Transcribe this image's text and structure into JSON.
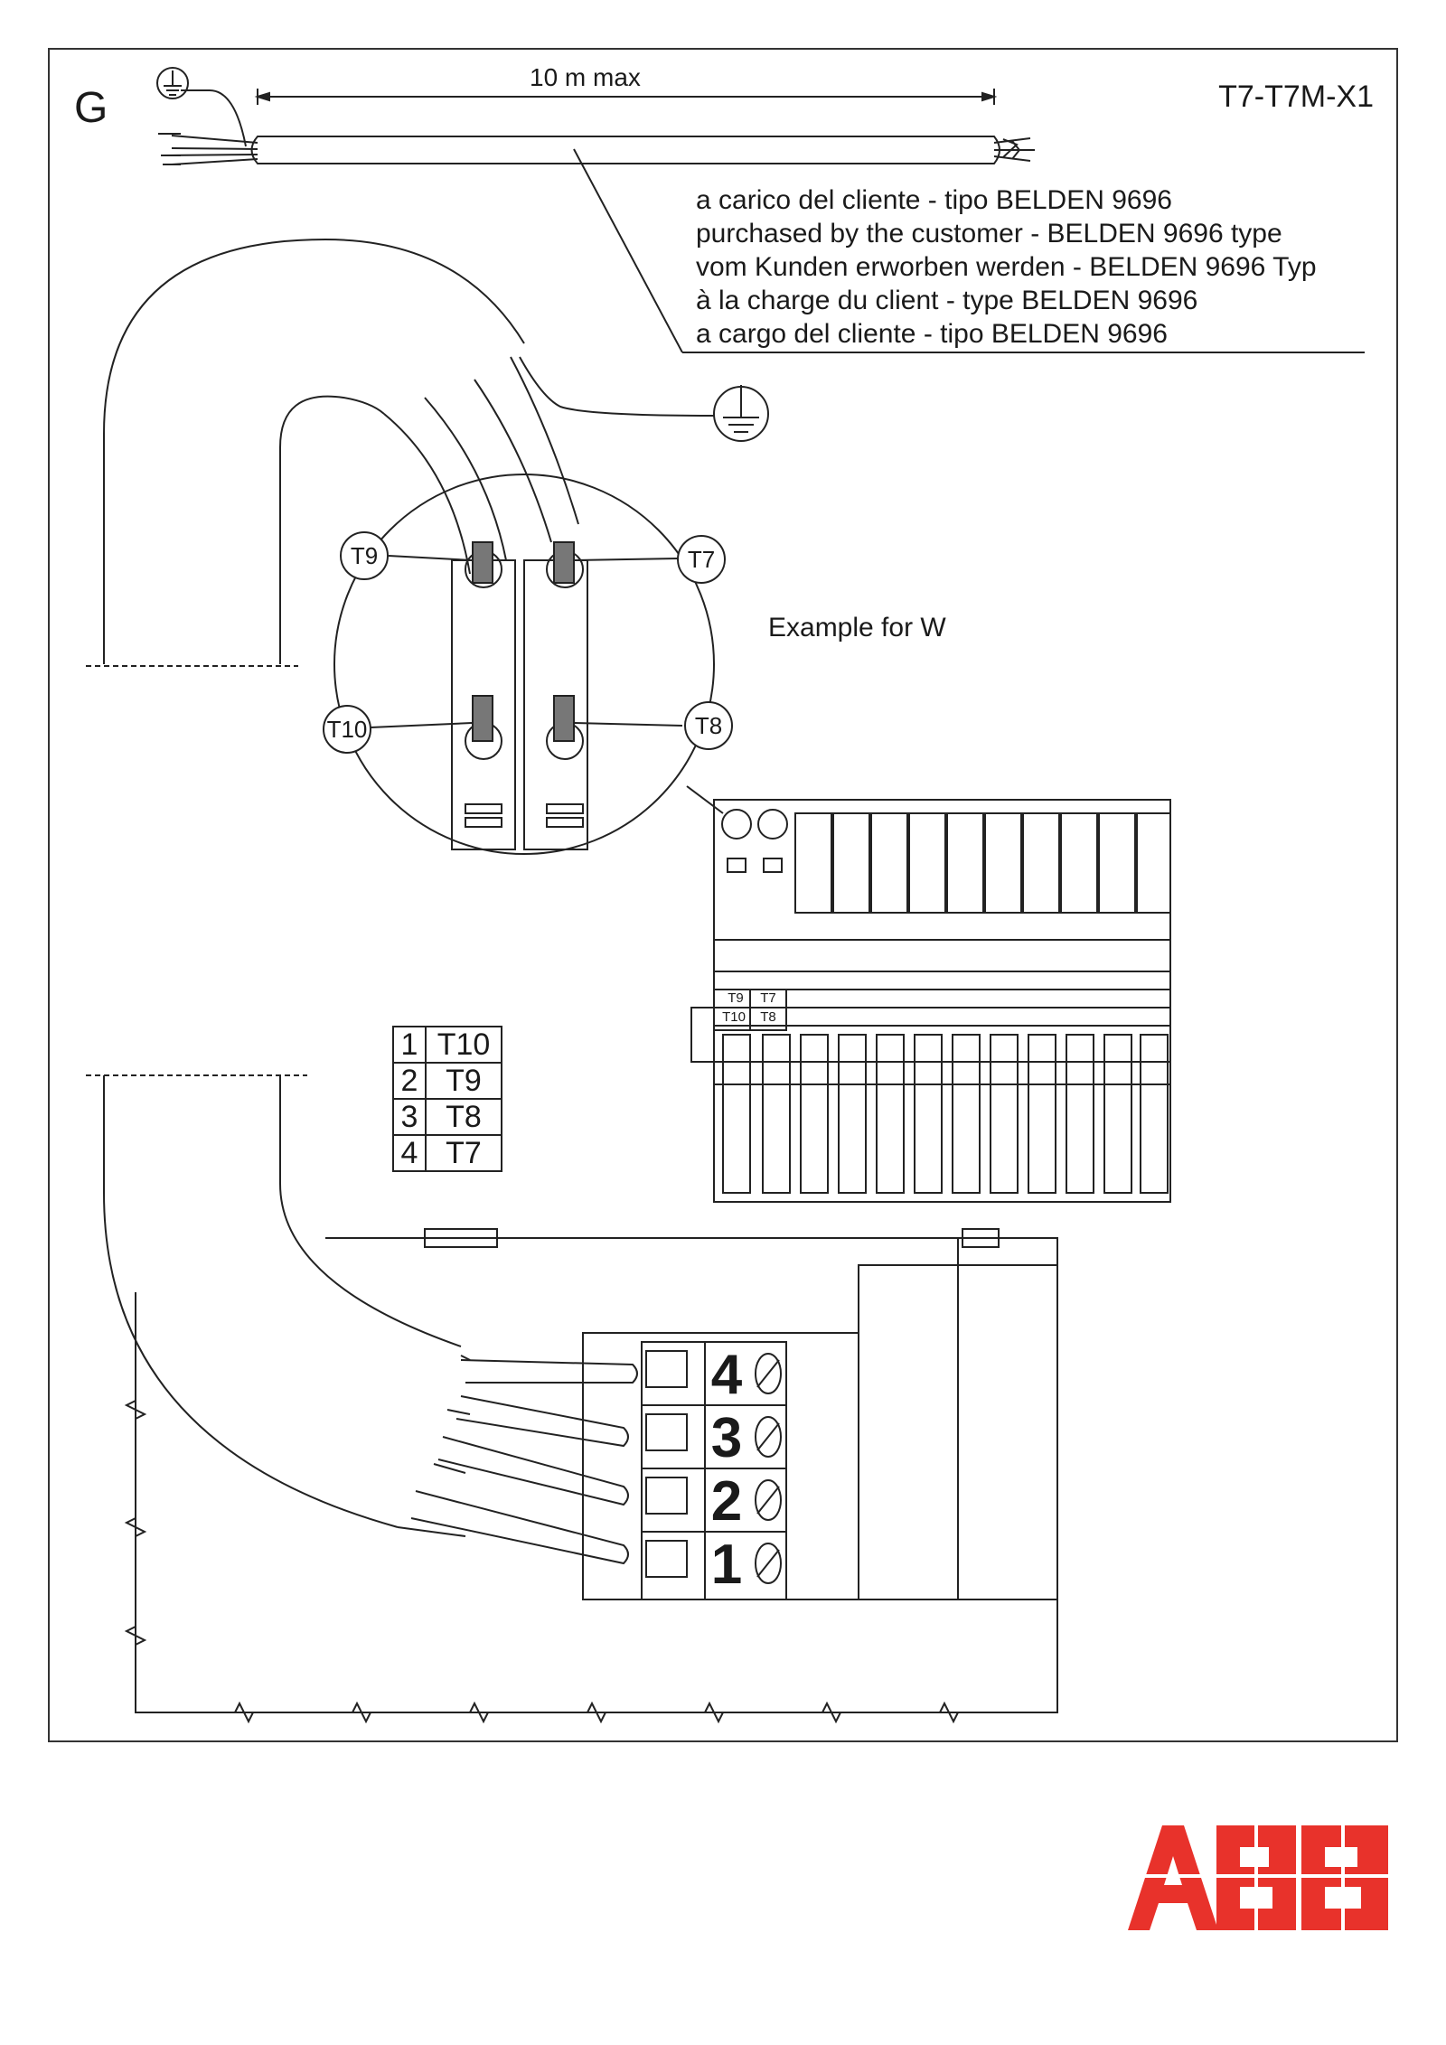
{
  "sheet": {
    "letter": "G",
    "code": "T7-T7M-X1"
  },
  "cable": {
    "length_label": "10 m max",
    "notes": [
      "a carico del cliente - tipo BELDEN 9696",
      "purchased by the customer - BELDEN 9696 type",
      "vom Kunden erworben werden - BELDEN 9696 Typ",
      "à la charge du client - type BELDEN 9696",
      "a cargo del cliente - tipo BELDEN 9696"
    ]
  },
  "detail": {
    "example_label": "Example for W",
    "labels": {
      "t9": "T9",
      "t7": "T7",
      "t10": "T10",
      "t8": "T8"
    }
  },
  "block_labels": {
    "tl": "T9",
    "tr": "T7",
    "bl": "T10",
    "br": "T8"
  },
  "mapping": [
    {
      "num": "1",
      "term": "T10"
    },
    {
      "num": "2",
      "term": "T9"
    },
    {
      "num": "3",
      "term": "T8"
    },
    {
      "num": "4",
      "term": "T7"
    }
  ],
  "terminals": [
    "4",
    "3",
    "2",
    "1"
  ],
  "logo": {
    "text": "ABB",
    "color": "#e8322b"
  },
  "icons": [
    "ground-icon",
    "screw-icon"
  ]
}
